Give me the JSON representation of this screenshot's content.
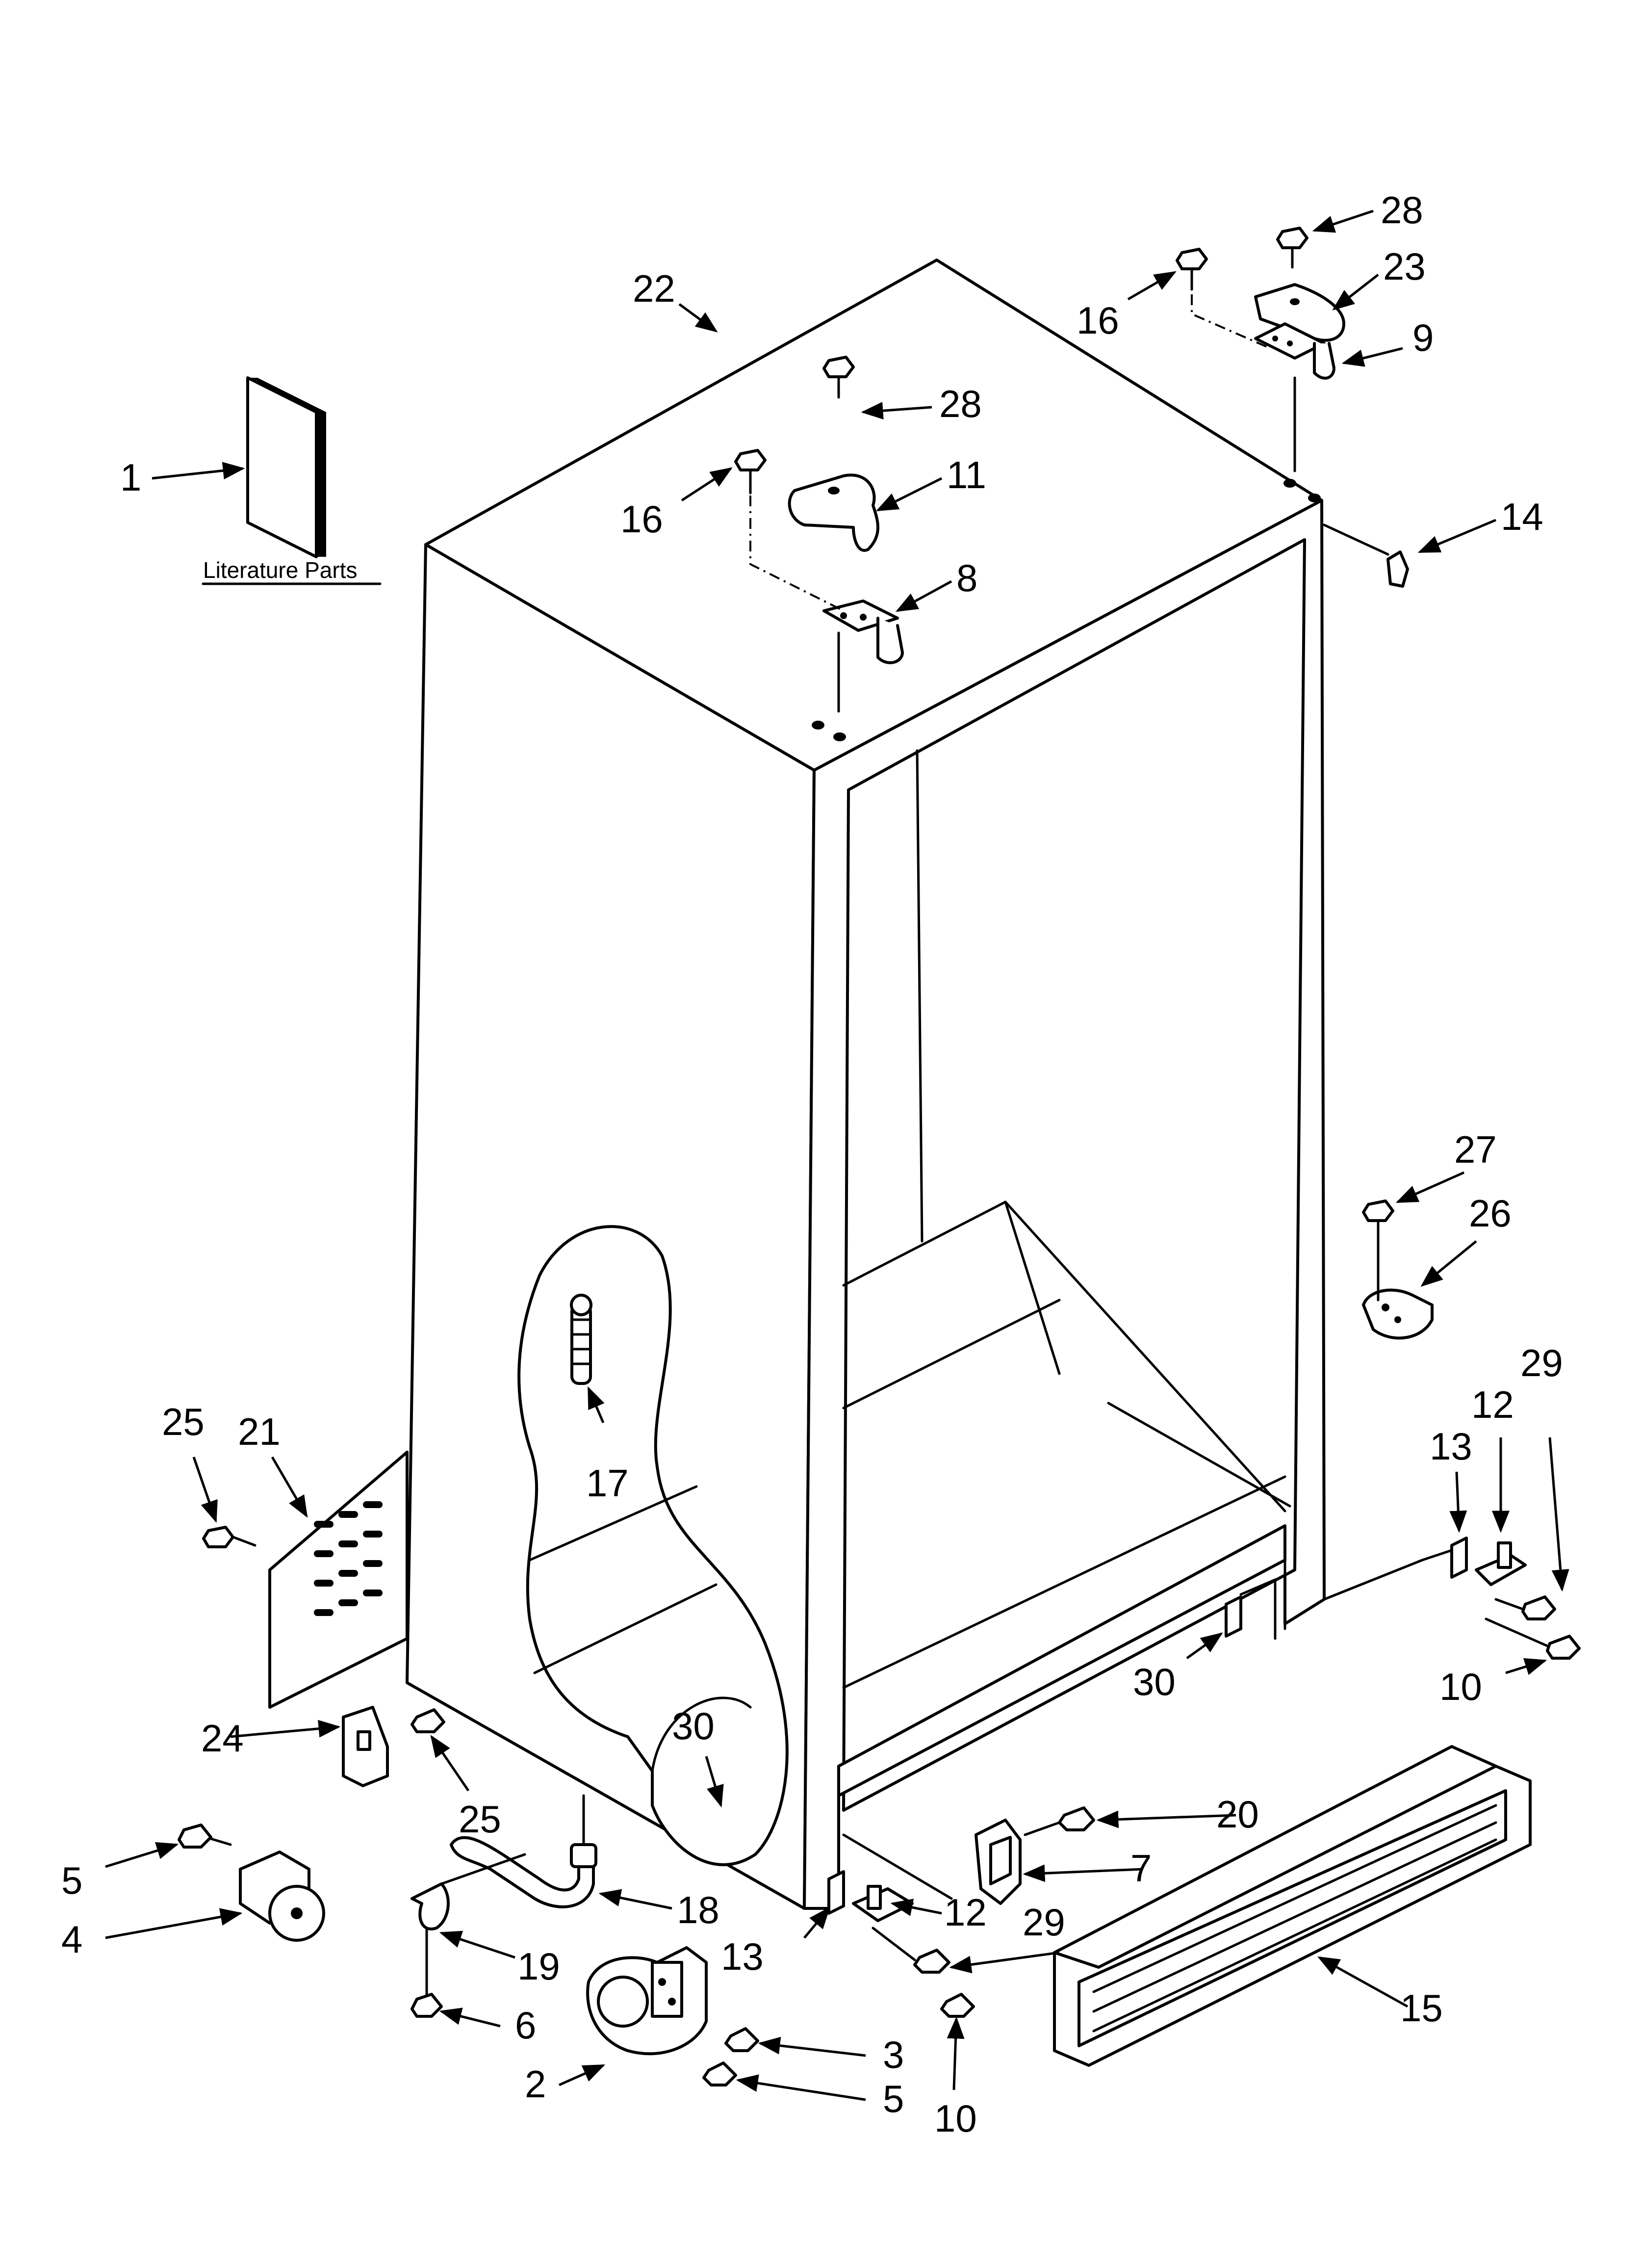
{
  "literature_label": "Literature Parts",
  "callouts": {
    "c1": "1",
    "c2": "2",
    "c3": "3",
    "c4": "4",
    "c5a": "5",
    "c5b": "5",
    "c6": "6",
    "c7": "7",
    "c8": "8",
    "c9": "9",
    "c10a": "10",
    "c10b": "10",
    "c11": "11",
    "c12a": "12",
    "c12b": "12",
    "c13a": "13",
    "c13b": "13",
    "c14": "14",
    "c15": "15",
    "c16a": "16",
    "c16b": "16",
    "c17": "17",
    "c18": "18",
    "c19": "19",
    "c20": "20",
    "c21": "21",
    "c22": "22",
    "c23": "23",
    "c24": "24",
    "c25a": "25",
    "c25b": "25",
    "c26": "26",
    "c27": "27",
    "c28a": "28",
    "c28b": "28",
    "c29a": "29",
    "c29b": "29",
    "c30a": "30",
    "c30b": "30"
  }
}
